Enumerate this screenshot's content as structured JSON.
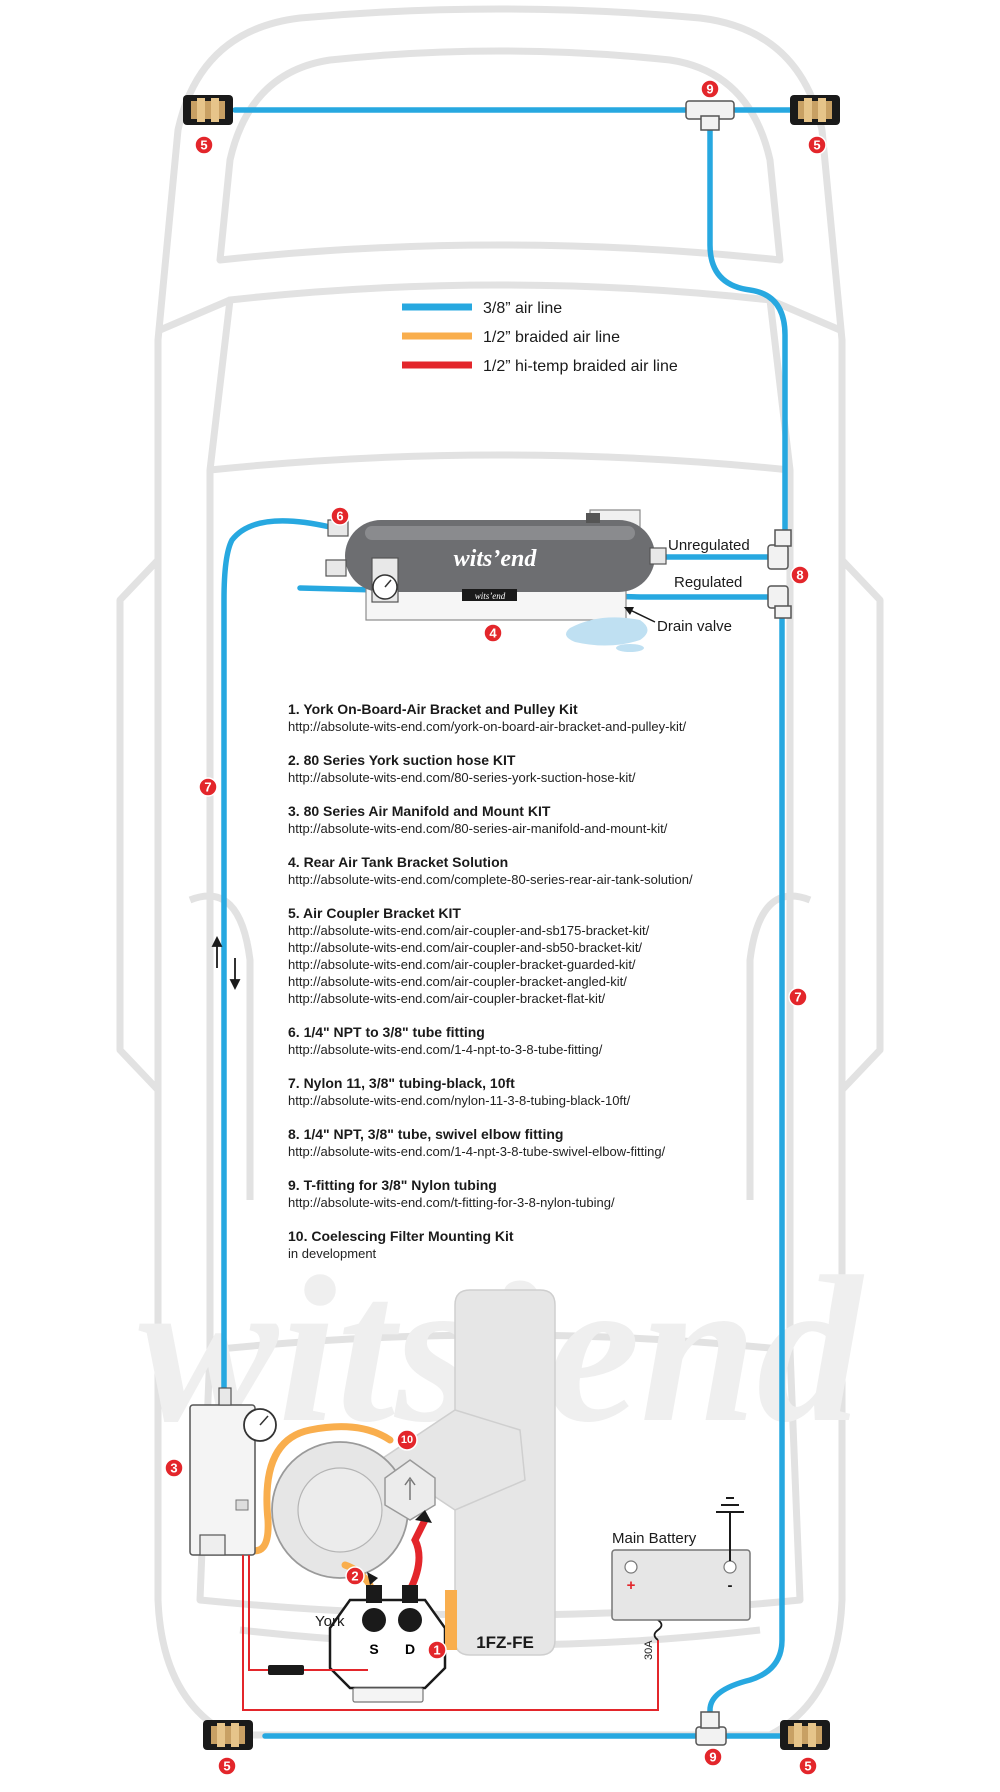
{
  "legend": [
    {
      "label": "3/8” air line",
      "color": "#27a8e0"
    },
    {
      "label": "1/2” braided air line",
      "color": "#f9ae4d"
    },
    {
      "label": "1/2” hi-temp braided air line",
      "color": "#e3262b"
    }
  ],
  "labels": {
    "unregulated": "Unregulated",
    "regulated": "Regulated",
    "drain_valve": "Drain valve",
    "main_battery": "Main Battery",
    "york": "York",
    "engine": "1FZ-FE",
    "fuse": "30A",
    "suction": "S",
    "discharge": "D",
    "plus": "+",
    "minus": "-",
    "tank_brand": "wits’end",
    "watermark": "wits’end"
  },
  "callouts": {
    "c1": "1",
    "c2": "2",
    "c3": "3",
    "c4": "4",
    "c5a": "5",
    "c5b": "5",
    "c5c": "5",
    "c5d": "5",
    "c6": "6",
    "c7a": "7",
    "c7b": "7",
    "c8": "8",
    "c9a": "9",
    "c9b": "9",
    "c10": "10"
  },
  "kits": [
    {
      "title": "1. York On-Board-Air Bracket and Pulley Kit",
      "urls": [
        "http://absolute-wits-end.com/york-on-board-air-bracket-and-pulley-kit/"
      ]
    },
    {
      "title": "2. 80 Series York suction hose KIT",
      "urls": [
        "http://absolute-wits-end.com/80-series-york-suction-hose-kit/"
      ]
    },
    {
      "title": "3. 80 Series Air Manifold and Mount KIT",
      "urls": [
        "http://absolute-wits-end.com/80-series-air-manifold-and-mount-kit/"
      ]
    },
    {
      "title": "4. Rear Air Tank Bracket Solution",
      "urls": [
        "http://absolute-wits-end.com/complete-80-series-rear-air-tank-solution/"
      ]
    },
    {
      "title": "5. Air Coupler Bracket KIT",
      "urls": [
        "http://absolute-wits-end.com/air-coupler-and-sb175-bracket-kit/",
        "http://absolute-wits-end.com/air-coupler-and-sb50-bracket-kit/",
        "http://absolute-wits-end.com/air-coupler-bracket-guarded-kit/",
        "http://absolute-wits-end.com/air-coupler-bracket-angled-kit/",
        "http://absolute-wits-end.com/air-coupler-bracket-flat-kit/"
      ]
    },
    {
      "title": "6. 1/4\" NPT to 3/8\" tube fitting",
      "urls": [
        "http://absolute-wits-end.com/1-4-npt-to-3-8-tube-fitting/"
      ]
    },
    {
      "title": "7. Nylon 11, 3/8\" tubing-black, 10ft",
      "urls": [
        "http://absolute-wits-end.com/nylon-11-3-8-tubing-black-10ft/"
      ]
    },
    {
      "title": "8. 1/4\" NPT, 3/8\" tube, swivel elbow fitting",
      "urls": [
        "http://absolute-wits-end.com/1-4-npt-3-8-tube-swivel-elbow-fitting/"
      ]
    },
    {
      "title": "9. T-fitting for 3/8\" Nylon tubing",
      "urls": [
        "http://absolute-wits-end.com/t-fitting-for-3-8-nylon-tubing/"
      ]
    },
    {
      "title": "10. Coelescing Filter Mounting Kit",
      "urls": [
        "in development"
      ]
    }
  ],
  "colors": {
    "air_line": "#27a8e0",
    "braided": "#f9ae4d",
    "hi_temp": "#e3262b",
    "callout": "#e3262b",
    "wire": "#e3262b",
    "tank": "#6d6e71",
    "outline": "#d9d9d9"
  }
}
